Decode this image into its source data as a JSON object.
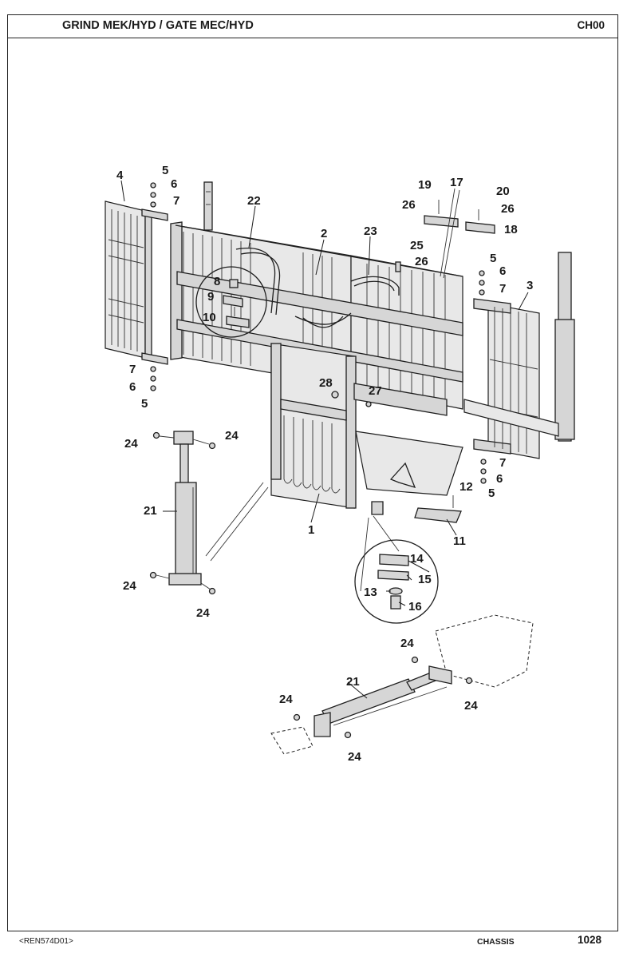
{
  "header": {
    "title": "GRIND MEK/HYD / GATE MEC/HYD",
    "code": "CH00"
  },
  "footer": {
    "document_ref": "<REN574D01>",
    "section": "CHASSIS",
    "page_number": "1028"
  },
  "callouts": [
    "1",
    "2",
    "3",
    "4",
    "5",
    "6",
    "7",
    "8",
    "9",
    "10",
    "11",
    "12",
    "13",
    "14",
    "15",
    "16",
    "17",
    "18",
    "19",
    "20",
    "21",
    "22",
    "23",
    "24",
    "25",
    "26",
    "27",
    "28"
  ]
}
